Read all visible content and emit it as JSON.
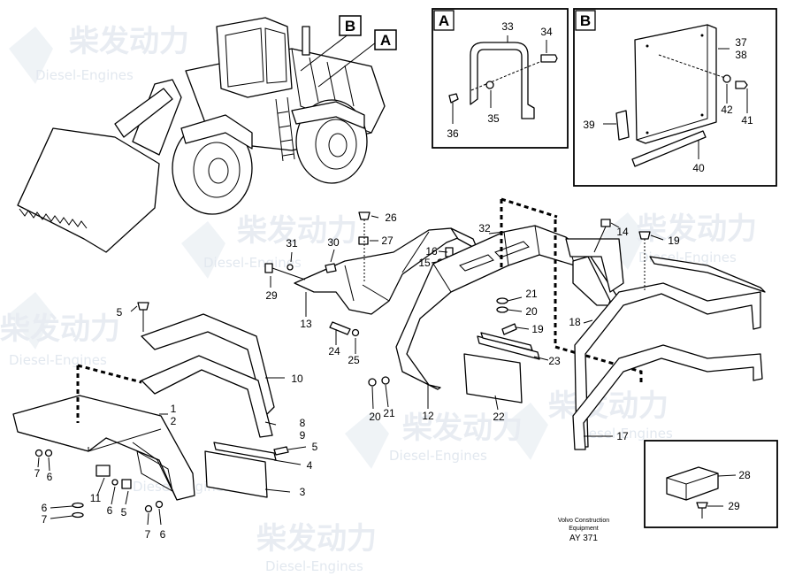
{
  "watermark": {
    "brand_cn": "柴发动力",
    "brand_en": "Diesel-Engines"
  },
  "insets": [
    {
      "letter": "A",
      "callouts": [
        "33",
        "34",
        "35",
        "36"
      ]
    },
    {
      "letter": "B",
      "callouts": [
        "37",
        "38",
        "39",
        "40",
        "41",
        "42"
      ]
    }
  ],
  "machine_refs": [
    "B",
    "A"
  ],
  "callouts": {
    "c1": "1",
    "c2": "2",
    "c3": "3",
    "c4": "4",
    "c5a": "5",
    "c5b": "5",
    "c5c": "5",
    "c6a": "6",
    "c6b": "6",
    "c6c": "6",
    "c6d": "6",
    "c7a": "7",
    "c7b": "7",
    "c7c": "7",
    "c8": "8",
    "c9": "9",
    "c10": "10",
    "c11": "11",
    "c12": "12",
    "c13": "13",
    "c14": "14",
    "c15": "15",
    "c16": "16",
    "c17": "17",
    "c18": "18",
    "c19a": "19",
    "c19b": "19",
    "c20a": "20",
    "c20b": "20",
    "c21a": "21",
    "c21b": "21",
    "c22": "22",
    "c23": "23",
    "c24": "24",
    "c25": "25",
    "c26": "26",
    "c27": "27",
    "c28": "28",
    "c29a": "29",
    "c29b": "29",
    "c30": "30",
    "c31": "31",
    "c32": "32"
  },
  "footer": {
    "line1": "Volvo Construction",
    "line2": "Equipment",
    "id": "AY 371"
  }
}
